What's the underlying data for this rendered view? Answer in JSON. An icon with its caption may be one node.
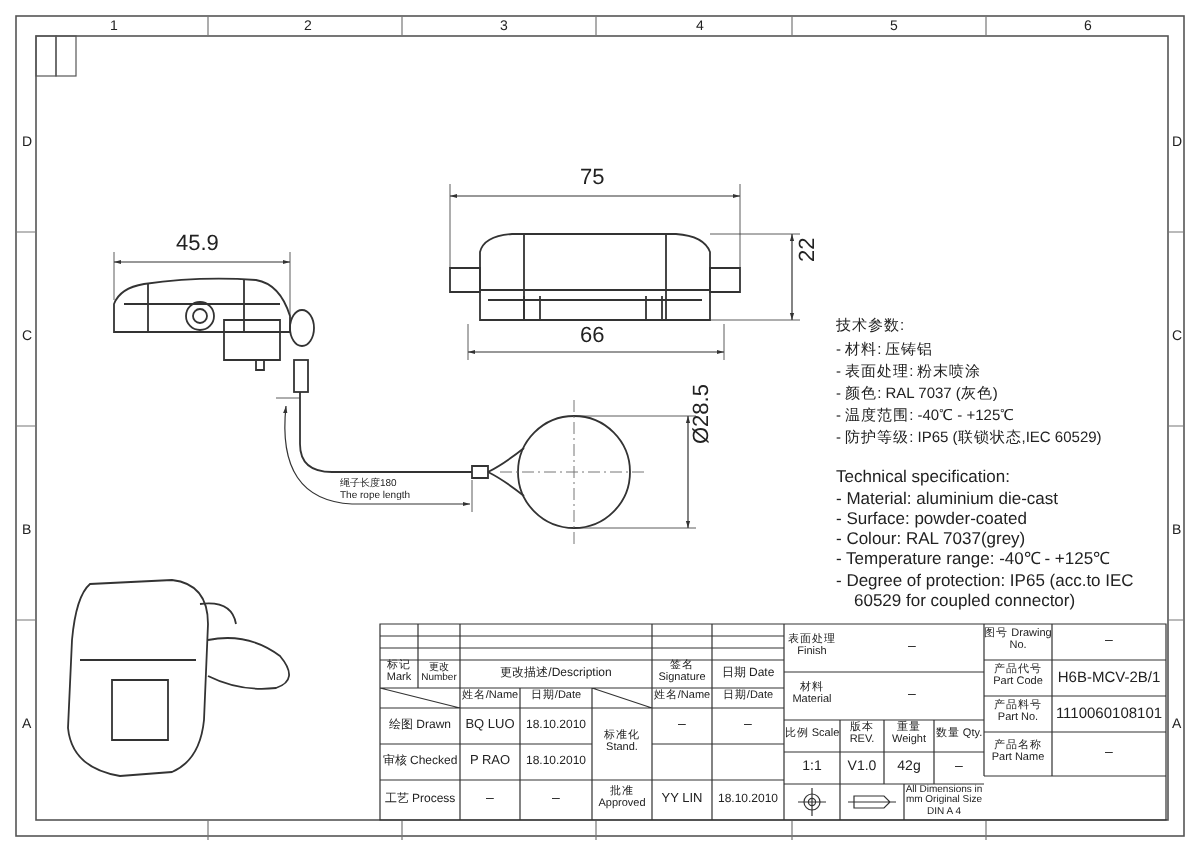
{
  "diagram": {
    "labels": [
      "1",
      "2",
      "3",
      "4",
      "5",
      "6",
      "D",
      "D",
      "C",
      "C",
      "B",
      "B",
      "A",
      "A",
      "75",
      "45.9",
      "22",
      "66",
      "技术参数:",
      "- 材料: 压铸铝",
      "- 表面处理: 粉末喷涂",
      "- 颜色: RAL 7037 (灰色)",
      "- 温度范围: -40℃ - +125℃",
      "- 防护等级: IP65 (联锁状态,IEC 60529)",
      "Ø28.5",
      "绳子长度180",
      "The rope length",
      "Technical specification:",
      "- Material: aluminium die-cast",
      "- Surface: powder-coated",
      "- Colour: RAL 7037(grey)",
      "- Temperature range: -40℃ - +125℃",
      "- Degree of protection: IP65 (acc.to IEC 60529 for coupled connector)",
      "标记 Mark",
      "更改 Number",
      "更改描述/Description",
      "签名 Signature",
      "日期 Date",
      "姓名/Name",
      "日期/Date",
      "姓名/Name",
      "日期/Date",
      "绘图 Drawn",
      "BQ LUO",
      "18.10.2010",
      "标准化 Stand.",
      "–",
      "–",
      "审核 Checked",
      "P RAO",
      "18.10.2010",
      "工艺 Process",
      "–",
      "–",
      "批准 Approved",
      "YY LIN",
      "18.10.2010",
      "表面处理 Finish",
      "–",
      "图号 Drawing No.",
      "–",
      "产品代号 Part Code",
      "H6B-MCV-2B/1",
      "材料 Material",
      "–",
      "产品料号 Part No.",
      "1110060108101",
      "比例 Scale",
      "版本 REV.",
      "重量 Weight",
      "数量 Qty.",
      "产品名称 Part Name",
      "–",
      "1:1",
      "V1.0",
      "42g",
      "–",
      "All Dimensions in mm Original Size DIN A 4"
    ]
  }
}
